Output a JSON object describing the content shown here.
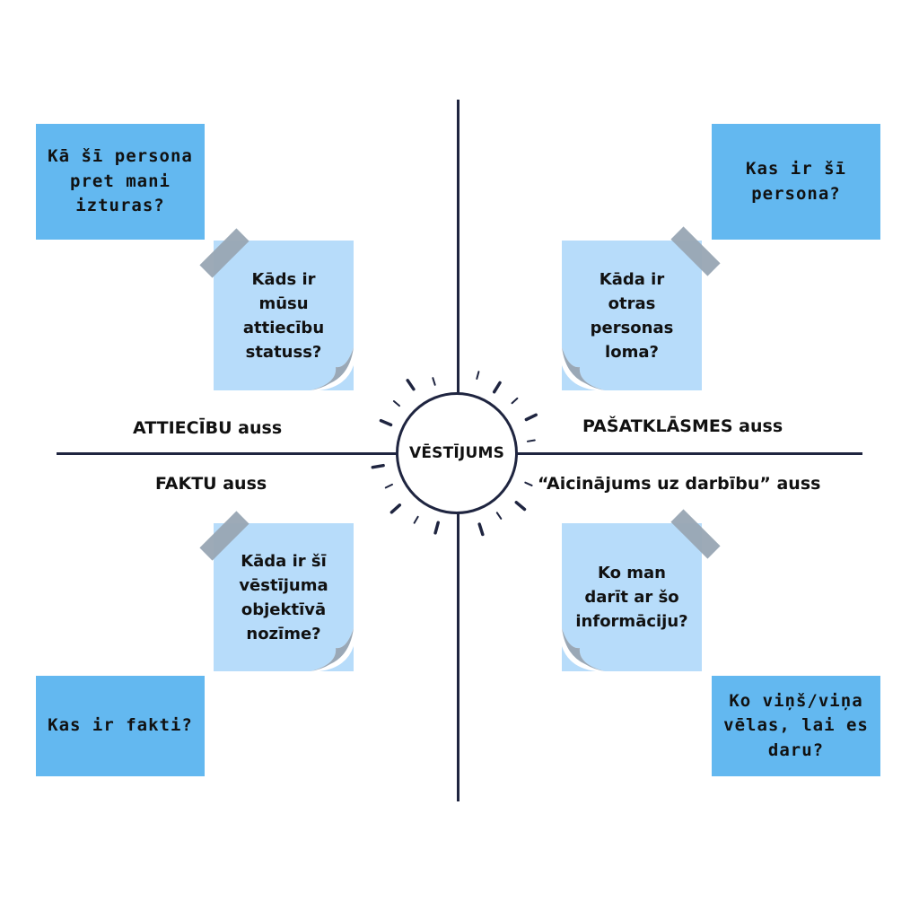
{
  "center": {
    "label": "VĒSTĪJUMS"
  },
  "axis_labels": {
    "relationship": "ATTIECĪBU auss",
    "self_disclosure": "PAŠATKLĀSMES auss",
    "facts": "FAKTU auss",
    "appeal": "“Aicinājums uz darbību” auss"
  },
  "boxes": {
    "top_left": "Kā šī persona pret mani izturas?",
    "top_right": "Kas ir šī persona?",
    "bottom_left": "Kas ir fakti?",
    "bottom_right": "Ko viņš/viņa vēlas, lai es daru?"
  },
  "notes": {
    "top_left": "Kāds ir mūsu attiecību statuss?",
    "top_right": "Kāda ir otras personas loma?",
    "bottom_left": "Kāda ir šī vēstījuma objektīvā nozīme?",
    "bottom_right": "Ko man darīt ar šo informāciju?"
  },
  "colors": {
    "box_blue": "#63b8f0",
    "note_blue": "#b7dcfa",
    "tape_gray": "#98a5b3",
    "line_navy": "#1f2540"
  }
}
